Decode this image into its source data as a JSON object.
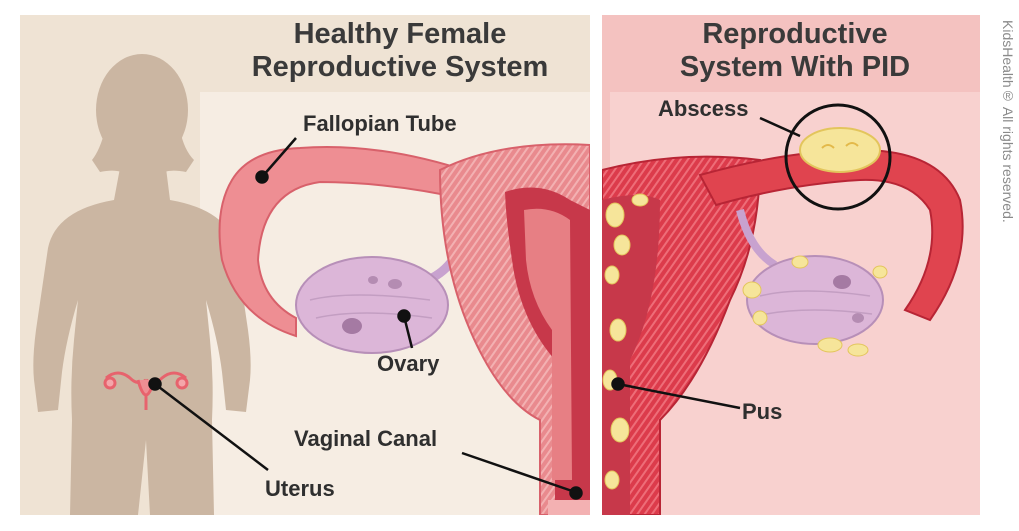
{
  "left_panel": {
    "title_line1": "Healthy Female",
    "title_line2": "Reproductive System",
    "labels": {
      "fallopian_tube": "Fallopian Tube",
      "ovary": "Ovary",
      "vaginal_canal": "Vaginal Canal",
      "uterus": "Uterus"
    }
  },
  "right_panel": {
    "title_line1": "Reproductive",
    "title_line2": "System With PID",
    "labels": {
      "abscess": "Abscess",
      "pus": "Pus"
    }
  },
  "copyright": "KidsHealth® All rights reserved.",
  "colors": {
    "left_background": "#efe3d4",
    "right_background": "#f4c2c0",
    "silhouette": "#cbb6a2",
    "tissue": "#e77f84",
    "tissue_dark": "#c7384a",
    "inflamed": "#de3c4c",
    "ovary": "#d9b3d6",
    "pus": "#f6e59a"
  }
}
